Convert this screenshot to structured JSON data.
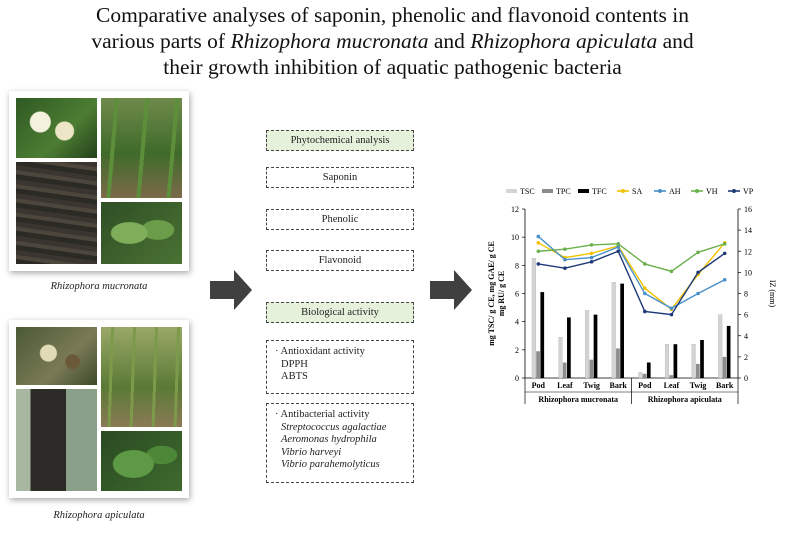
{
  "title": {
    "line1": "Comparative analyses of saponin, phenolic and flavonoid contents in",
    "line2_pre": "various parts of ",
    "line2_sp1": "Rhizophora mucronata",
    "line2_mid": " and ",
    "line2_sp2": "Rhizophora apiculata",
    "line2_post": " and",
    "line3": "their growth inhibition of aquatic pathogenic bacteria"
  },
  "captions": {
    "mucronata": "Rhizophora mucronata",
    "apiculata": "Rhizophora apiculata"
  },
  "flow": {
    "phyto_head": "Phytochemical analysis",
    "saponin": "Saponin",
    "phenolic": "Phenolic",
    "flavonoid": "Flavonoid",
    "bio_head": "Biological activity",
    "antioxidant": "Antioxidant activity",
    "dpph": "DPPH",
    "abts": "ABTS",
    "antibacterial": "Antibacterial activity",
    "bacteria": [
      "Streptococcus agalactiae",
      "Aeromonas hydrophila",
      "Vibrio harveyi",
      "Vibrio parahemolyticus"
    ]
  },
  "chart_data": {
    "type": "bar",
    "categories": [
      "Pod",
      "Leaf",
      "Twig",
      "Bark",
      "Pod",
      "Leaf",
      "Twig",
      "Bark"
    ],
    "groups": [
      "Rhizophora mucronata",
      "Rhizophora apiculata"
    ],
    "ylabel_left": "mg TSC/ g CE, mg GAE/ g CE\nmg RU/ g CE",
    "ylabel_right": "IZ (mm)",
    "ylim_left": [
      0,
      12
    ],
    "ylim_right": [
      0,
      16
    ],
    "yticks_left": [
      "0",
      "2",
      "4",
      "6",
      "8",
      "10",
      "12"
    ],
    "yticks_right": [
      "0",
      "2",
      "4",
      "6",
      "8",
      "10",
      "12",
      "14",
      "16"
    ],
    "bar_series": [
      {
        "name": "TSC",
        "color": "#d4d4d4",
        "values": [
          8.5,
          2.9,
          4.8,
          6.8,
          0.4,
          2.4,
          2.4,
          4.5
        ]
      },
      {
        "name": "TPC",
        "color": "#8c8c8c",
        "values": [
          1.9,
          1.1,
          1.3,
          2.1,
          0.3,
          0.2,
          1.0,
          1.5
        ]
      },
      {
        "name": "TFC",
        "color": "#000000",
        "values": [
          6.1,
          4.3,
          4.5,
          6.7,
          1.1,
          2.4,
          2.7,
          3.7
        ]
      }
    ],
    "line_series": [
      {
        "name": "SA",
        "color": "#f2c200",
        "values": [
          12.8,
          11.4,
          11.8,
          12.5,
          8.5,
          6.5,
          9.8,
          12.8
        ]
      },
      {
        "name": "AH",
        "color": "#4a90c8",
        "values": [
          13.4,
          11.2,
          11.4,
          12.4,
          8.0,
          6.6,
          8.0,
          9.3
        ]
      },
      {
        "name": "VH",
        "color": "#6ab04c",
        "values": [
          12.0,
          12.2,
          12.6,
          12.7,
          10.8,
          10.1,
          11.9,
          12.7
        ]
      },
      {
        "name": "VP",
        "color": "#1f3a7a",
        "values": [
          10.8,
          10.4,
          11.0,
          12.0,
          6.3,
          6.0,
          10.0,
          11.8
        ]
      }
    ]
  }
}
